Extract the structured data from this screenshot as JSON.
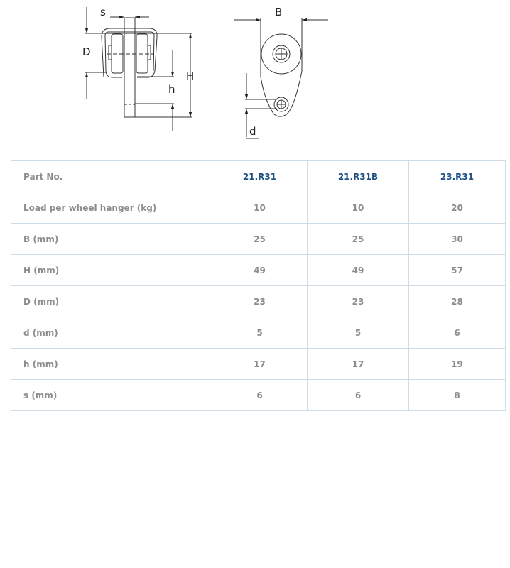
{
  "drawing": {
    "labels": {
      "s": "s",
      "D": "D",
      "H": "H",
      "h": "h",
      "B": "B",
      "d": "d"
    }
  },
  "table": {
    "header": {
      "label": "Part No.",
      "parts": [
        "21.R31",
        "21.R31B",
        "23.R31"
      ]
    },
    "rows": [
      {
        "label": "Load per wheel hanger (kg)",
        "values": [
          "10",
          "10",
          "20"
        ]
      },
      {
        "label": "B (mm)",
        "values": [
          "25",
          "25",
          "30"
        ]
      },
      {
        "label": "H (mm)",
        "values": [
          "49",
          "49",
          "57"
        ]
      },
      {
        "label": "D (mm)",
        "values": [
          "23",
          "23",
          "28"
        ]
      },
      {
        "label": "d (mm)",
        "values": [
          "5",
          "5",
          "6"
        ]
      },
      {
        "label": "h (mm)",
        "values": [
          "17",
          "17",
          "19"
        ]
      },
      {
        "label": "s (mm)",
        "values": [
          "6",
          "6",
          "8"
        ]
      }
    ]
  },
  "colors": {
    "header_text": "#1c4f86",
    "cell_text": "#8c8c8c",
    "border": "#cfdbe6"
  }
}
